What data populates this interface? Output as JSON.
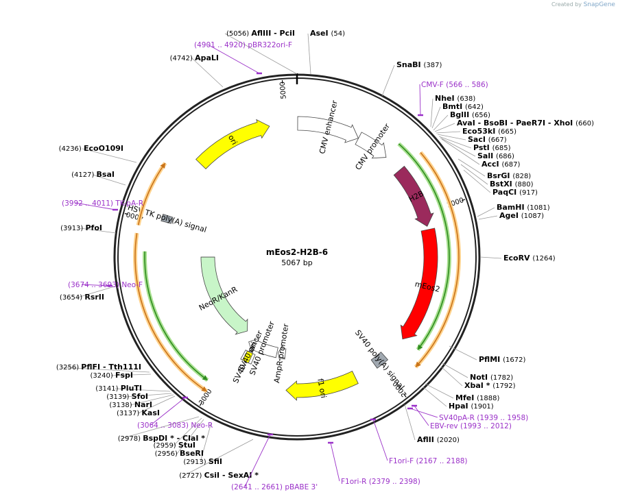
{
  "app": {
    "credit_prefix": "Created by",
    "brand": "SnapGene"
  },
  "plasmid": {
    "name": "mEos2-H2B-6",
    "length_label": "5067 bp",
    "length": 5067
  },
  "colors": {
    "primer": "#9a30c8",
    "yellow": "#ffff00",
    "promoter": "#ffffff",
    "h2b": "#9b2a5c",
    "meos2": "#ff0000",
    "neo": "#c8f5c8",
    "orf": "#ffcc66",
    "orf_green": "#2e8b1e",
    "polyA": "#a0a8b0"
  },
  "ticks": [
    {
      "label": "1000",
      "bp": 1000
    },
    {
      "label": "2000",
      "bp": 2000
    },
    {
      "label": "3000",
      "bp": 3000
    },
    {
      "label": "4000",
      "bp": 4000
    },
    {
      "label": "5000",
      "bp": 5000
    }
  ],
  "features": [
    {
      "label": "ori",
      "bp_start": 4420,
      "bp_end": 4900,
      "style": "yellow",
      "dir": 1
    },
    {
      "label": "CMV enhancer",
      "bp_start": 4,
      "bp_end": 384,
      "style": "promoter",
      "dir": 1
    },
    {
      "label": "CMV promoter",
      "bp_start": 385,
      "bp_end": 588,
      "style": "promoter",
      "dir": 1
    },
    {
      "label": "H2B",
      "bp_start": 700,
      "bp_end": 1080,
      "style": "h2b",
      "dir": 1
    },
    {
      "label": "mEos2",
      "bp_start": 1100,
      "bp_end": 1800,
      "style": "meos2",
      "dir": 1
    },
    {
      "label": "SV40 poly(A) signal",
      "bp_start": 1950,
      "bp_end": 2030,
      "style": "polyA",
      "dir": 0
    },
    {
      "label": "f1 ori",
      "bp_start": 2170,
      "bp_end": 2600,
      "style": "yellow",
      "dir": 1
    },
    {
      "label": "AmpR promoter",
      "bp_start": 2630,
      "bp_end": 2690,
      "style": "promoter",
      "dir": 1
    },
    {
      "label": "SV40 promoter",
      "bp_start": 2700,
      "bp_end": 2950,
      "style": "promoter",
      "dir": 1
    },
    {
      "label": "SV40 enhancer",
      "bp_start": 2860,
      "bp_end": 2940,
      "style": "promoter",
      "dir": 0
    },
    {
      "label": "SV40 ori",
      "bp_start": 2880,
      "bp_end": 2925,
      "style": "yellow",
      "dir": 0
    },
    {
      "label": "NeoR/KanR",
      "bp_start": 3010,
      "bp_end": 3800,
      "style": "neo",
      "dir": -1
    },
    {
      "label": "HSV TK poly(A) signal",
      "bp_start": 4010,
      "bp_end": 4050,
      "style": "polyA",
      "dir": 0
    }
  ],
  "orfs": [
    {
      "bp_start": 590,
      "bp_end": 1795,
      "dir": 1,
      "ring": "green"
    },
    {
      "bp_start": 700,
      "bp_end": 1870,
      "dir": 1,
      "ring": "orange"
    },
    {
      "bp_start": 3040,
      "bp_end": 3830,
      "dir": -1,
      "ring": "green"
    },
    {
      "bp_start": 3010,
      "bp_end": 3920,
      "dir": -1,
      "ring": "orange"
    },
    {
      "bp_start": 3960,
      "bp_end": 4300,
      "dir": 1,
      "ring": "orange"
    }
  ],
  "enzymes": [
    {
      "name": "AflIII  - PciI",
      "pos": "(5056)",
      "side": "left"
    },
    {
      "name": "AseI",
      "pos": "(54)",
      "side": "right"
    },
    {
      "name": "SnaBI",
      "pos": "(387)",
      "side": "right"
    },
    {
      "name": "NheI",
      "pos": "(638)",
      "side": "right"
    },
    {
      "name": "BmtI",
      "pos": "(642)",
      "side": "right"
    },
    {
      "name": "BglII",
      "pos": "(656)",
      "side": "right"
    },
    {
      "name": "AvaI  - BsoBI  - PaeR7I  - XhoI",
      "pos": "(660)",
      "side": "right"
    },
    {
      "name": "Eco53kI",
      "pos": "(665)",
      "side": "right"
    },
    {
      "name": "SacI",
      "pos": "(667)",
      "side": "right"
    },
    {
      "name": "PstI",
      "pos": "(685)",
      "side": "right"
    },
    {
      "name": "SalI",
      "pos": "(686)",
      "side": "right"
    },
    {
      "name": "AccI",
      "pos": "(687)",
      "side": "right"
    },
    {
      "name": "BsrGI",
      "pos": "(828)",
      "side": "right"
    },
    {
      "name": "BstXI",
      "pos": "(880)",
      "side": "right"
    },
    {
      "name": "PaqCI",
      "pos": "(917)",
      "side": "right"
    },
    {
      "name": "BamHI",
      "pos": "(1081)",
      "side": "right"
    },
    {
      "name": "AgeI",
      "pos": "(1087)",
      "side": "right"
    },
    {
      "name": "EcoRV",
      "pos": "(1264)",
      "side": "right"
    },
    {
      "name": "PflMI",
      "pos": "(1672)",
      "side": "right"
    },
    {
      "name": "NotI",
      "pos": "(1782)",
      "side": "right"
    },
    {
      "name": "XbaI *",
      "pos": "(1792)",
      "side": "right"
    },
    {
      "name": "MfeI",
      "pos": "(1888)",
      "side": "right"
    },
    {
      "name": "HpaI",
      "pos": "(1901)",
      "side": "right"
    },
    {
      "name": "AflII",
      "pos": "(2020)",
      "side": "right"
    },
    {
      "name": "CsiI  - SexAI *",
      "pos": "(2727)",
      "side": "left"
    },
    {
      "name": "SfiI",
      "pos": "(2913)",
      "side": "left"
    },
    {
      "name": "BseRI",
      "pos": "(2956)",
      "side": "left"
    },
    {
      "name": "StuI",
      "pos": "(2959)",
      "side": "left"
    },
    {
      "name": "BspDI *  - ClaI *",
      "pos": "(2978)",
      "side": "left"
    },
    {
      "name": "KasI",
      "pos": "(3137)",
      "side": "left"
    },
    {
      "name": "NarI",
      "pos": "(3138)",
      "side": "left"
    },
    {
      "name": "SfoI",
      "pos": "(3139)",
      "side": "left"
    },
    {
      "name": "PluTI",
      "pos": "(3141)",
      "side": "left"
    },
    {
      "name": "FspI",
      "pos": "(3240)",
      "side": "left"
    },
    {
      "name": "PflFI  - Tth111I",
      "pos": "(3256)",
      "side": "left"
    },
    {
      "name": "RsrII",
      "pos": "(3654)",
      "side": "left"
    },
    {
      "name": "PfoI",
      "pos": "(3913)",
      "side": "left"
    },
    {
      "name": "BsaI",
      "pos": "(4127)",
      "side": "left"
    },
    {
      "name": "EcoO109I",
      "pos": "(4236)",
      "side": "left"
    },
    {
      "name": "ApaLI",
      "pos": "(4742)",
      "side": "left"
    }
  ],
  "primers": [
    {
      "name": "pBR322ori-F",
      "pos": "(4901 .. 4920)",
      "side": "left"
    },
    {
      "name": "CMV-F",
      "pos": "(566 .. 586)",
      "side": "right"
    },
    {
      "name": "SV40pA-R",
      "pos": "(1939 .. 1958)",
      "side": "right"
    },
    {
      "name": "EBV-rev",
      "pos": "(1993 .. 2012)",
      "side": "right"
    },
    {
      "name": "F1ori-F",
      "pos": "(2167 .. 2188)",
      "side": "right"
    },
    {
      "name": "F1ori-R",
      "pos": "(2379 .. 2398)",
      "side": "right"
    },
    {
      "name": "pBABE 3'",
      "pos": "(2641 .. 2661)",
      "side": "left"
    },
    {
      "name": "Neo-R",
      "pos": "(3064 .. 3083)",
      "side": "left"
    },
    {
      "name": "Neo-F",
      "pos": "(3674 .. 3693)",
      "side": "left"
    },
    {
      "name": "TK-pA-R",
      "pos": "(3992 .. 4011)",
      "side": "left"
    }
  ]
}
